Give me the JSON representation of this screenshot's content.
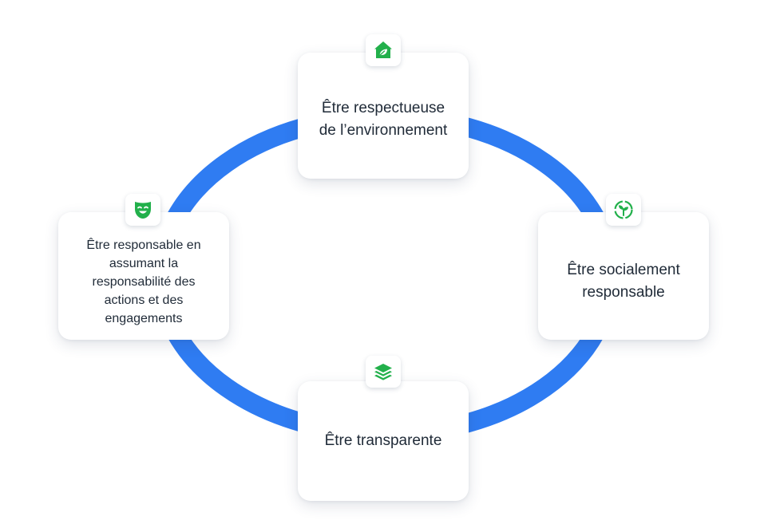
{
  "colors": {
    "ring": "#2f7cf2",
    "icon_green": "#22b04b",
    "text": "#1f2a37",
    "card_bg": "#ffffff"
  },
  "cycle": {
    "items": [
      {
        "id": "top",
        "label": "Être respectueuse\nde l’environnement",
        "icon": "eco-house-icon"
      },
      {
        "id": "right",
        "label": "Être socialement\nresponsable",
        "icon": "plant-recycle-icon"
      },
      {
        "id": "bottom",
        "label": "Être transparente",
        "icon": "layers-icon"
      },
      {
        "id": "left",
        "label": "Être responsable en\nassumant  la\nresponsabilité des\nactions et des\nengagements",
        "icon": "smiling-mask-icon"
      }
    ]
  }
}
